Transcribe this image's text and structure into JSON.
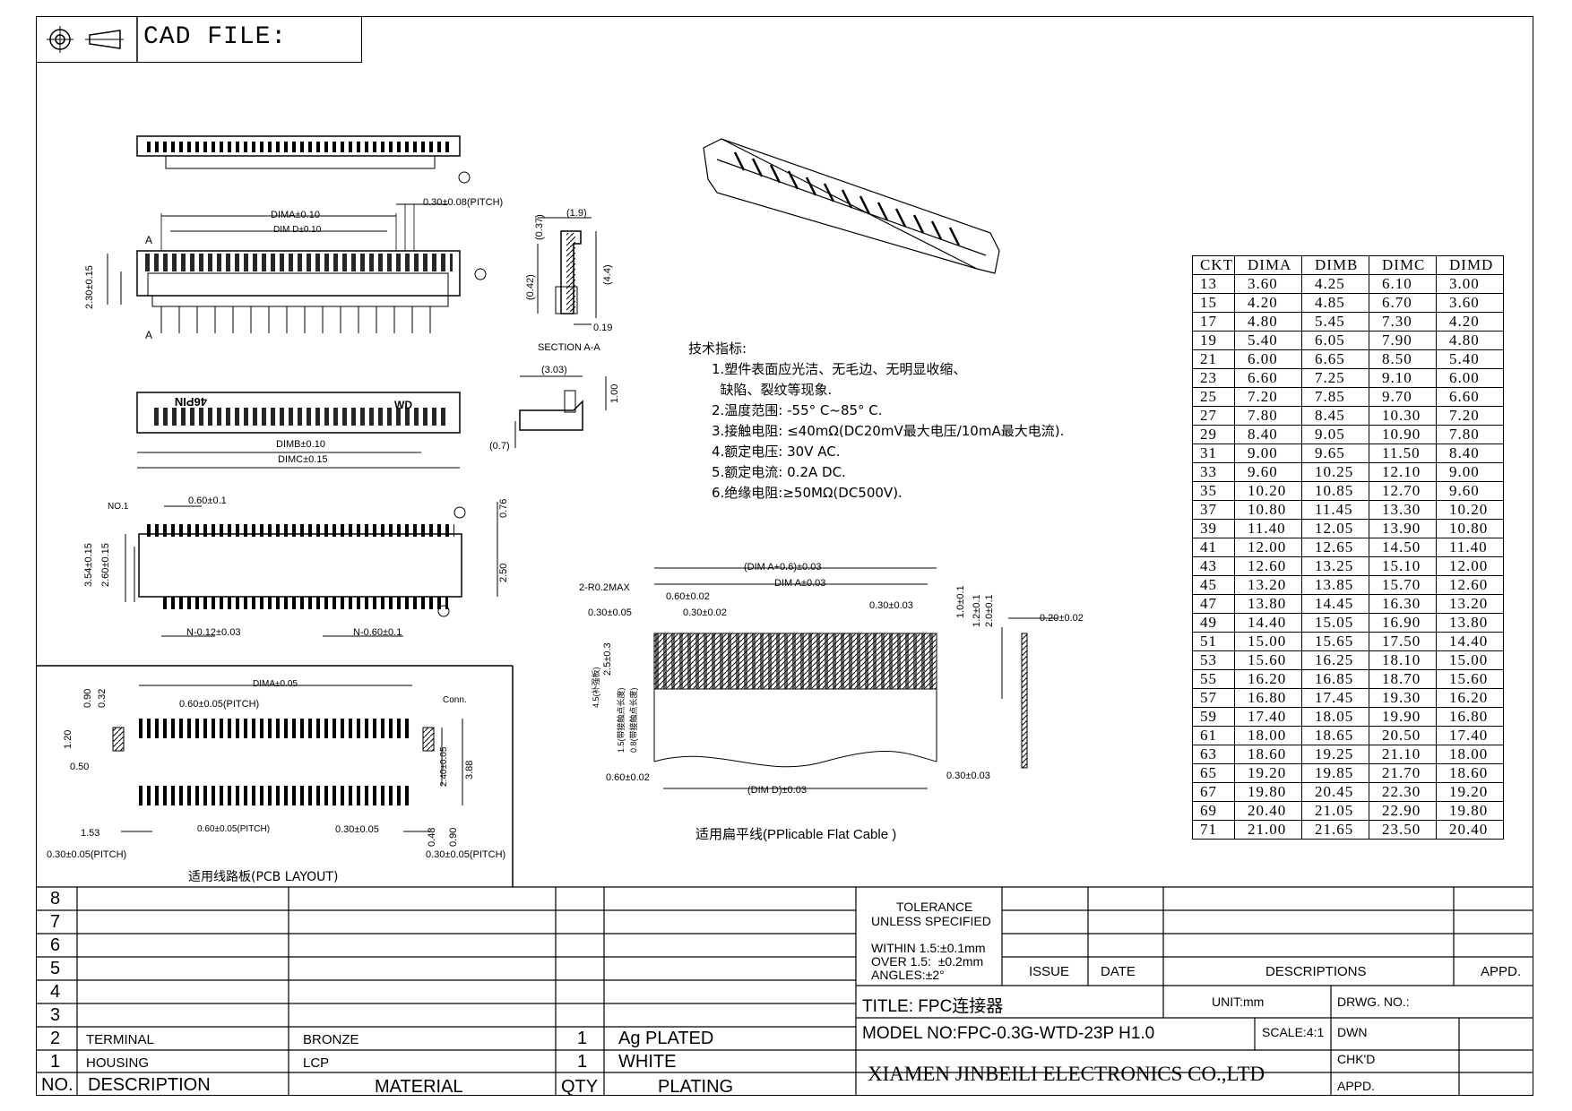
{
  "header": {
    "cad_label": "CAD FILE:"
  },
  "table": {
    "headers": [
      "CKT",
      "DIMA",
      "DIMB",
      "DIMC",
      "DIMD"
    ],
    "rows": [
      [
        "13",
        "3.60",
        "4.25",
        "6.10",
        "3.00"
      ],
      [
        "15",
        "4.20",
        "4.85",
        "6.70",
        "3.60"
      ],
      [
        "17",
        "4.80",
        "5.45",
        "7.30",
        "4.20"
      ],
      [
        "19",
        "5.40",
        "6.05",
        "7.90",
        "4.80"
      ],
      [
        "21",
        "6.00",
        "6.65",
        "8.50",
        "5.40"
      ],
      [
        "23",
        "6.60",
        "7.25",
        "9.10",
        "6.00"
      ],
      [
        "25",
        "7.20",
        "7.85",
        "9.70",
        "6.60"
      ],
      [
        "27",
        "7.80",
        "8.45",
        "10.30",
        "7.20"
      ],
      [
        "29",
        "8.40",
        "9.05",
        "10.90",
        "7.80"
      ],
      [
        "31",
        "9.00",
        "9.65",
        "11.50",
        "8.40"
      ],
      [
        "33",
        "9.60",
        "10.25",
        "12.10",
        "9.00"
      ],
      [
        "35",
        "10.20",
        "10.85",
        "12.70",
        "9.60"
      ],
      [
        "37",
        "10.80",
        "11.45",
        "13.30",
        "10.20"
      ],
      [
        "39",
        "11.40",
        "12.05",
        "13.90",
        "10.80"
      ],
      [
        "41",
        "12.00",
        "12.65",
        "14.50",
        "11.40"
      ],
      [
        "43",
        "12.60",
        "13.25",
        "15.10",
        "12.00"
      ],
      [
        "45",
        "13.20",
        "13.85",
        "15.70",
        "12.60"
      ],
      [
        "47",
        "13.80",
        "14.45",
        "16.30",
        "13.20"
      ],
      [
        "49",
        "14.40",
        "15.05",
        "16.90",
        "13.80"
      ],
      [
        "51",
        "15.00",
        "15.65",
        "17.50",
        "14.40"
      ],
      [
        "53",
        "15.60",
        "16.25",
        "18.10",
        "15.00"
      ],
      [
        "55",
        "16.20",
        "16.85",
        "18.70",
        "15.60"
      ],
      [
        "57",
        "16.80",
        "17.45",
        "19.30",
        "16.20"
      ],
      [
        "59",
        "17.40",
        "18.05",
        "19.90",
        "16.80"
      ],
      [
        "61",
        "18.00",
        "18.65",
        "20.50",
        "17.40"
      ],
      [
        "63",
        "18.60",
        "19.25",
        "21.10",
        "18.00"
      ],
      [
        "65",
        "19.20",
        "19.85",
        "21.70",
        "18.60"
      ],
      [
        "67",
        "19.80",
        "20.45",
        "22.30",
        "19.20"
      ],
      [
        "69",
        "20.40",
        "21.05",
        "22.90",
        "19.80"
      ],
      [
        "71",
        "21.00",
        "21.65",
        "23.50",
        "20.40"
      ]
    ]
  },
  "specs": {
    "title": "技术指标:",
    "lines": [
      "1.塑件表面应光洁、无毛边、无明显收缩、",
      "  缺陷、裂纹等现象.",
      "2.温度范围: -55° C~85° C.",
      "3.接触电阻: ≤40mΩ(DC20mV最大电压/10mA最大电流).",
      "4.额定电压: 30V AC.",
      "5.额定电流: 0.2A DC.",
      "6.绝缘电阻:≥50MΩ(DC500V)."
    ]
  },
  "labels": {
    "section": "SECTION A-A",
    "pcb_layout": "适用线路板(PCB LAYOUT)",
    "flat_cable": "适用扁平线(PPlicable Flat Cable )",
    "dima_010": "DIMA±0.10",
    "dimd_010": "DIM D±0.10",
    "pitch_008": "0.30±0.08(PITCH)",
    "dimb_010": "DIMB±0.10",
    "dimc_015": "DIMC±0.15",
    "no1": "NO.1",
    "p060_01": "0.60±0.1",
    "n012": "N-0.12±0.03",
    "n060": "N-0.60±0.1",
    "d354": "3.54±0.15",
    "d260": "2.60±0.15",
    "d250": "2.50",
    "d076": "0.76",
    "d19": "(1.9)",
    "d037": "(0.37)",
    "d042": "(0.42)",
    "d44": "(4.4)",
    "d019": "0.19",
    "d303": "(3.03)",
    "d07": "(0.7)",
    "d100": "1.00",
    "d230": "2.30±0.15",
    "pin46": "46PIN",
    "wd": "WD",
    "dima005": "DIMA±0.05",
    "p060_005": "0.60±0.05(PITCH)",
    "conn": "Conn.",
    "d090": "0.90",
    "d032": "0.32",
    "d120": "1.20",
    "d050": "0.50",
    "d153": "1.53",
    "d240": "2.40±0.05",
    "d388": "3.88",
    "p060_005b": "0.60±0.05(PITCH)",
    "p030_005": "0.30±0.05",
    "d048": "0.48",
    "d090b": "0.90",
    "pitch_l": "0.30±0.05(PITCH)",
    "pitch_r": "0.30±0.05(PITCH)",
    "dima06": "(DIM A+0.6)±0.03",
    "dima003": "DIM A±0.03",
    "r02": "2-R0.2MAX",
    "p060_002": "0.60±0.02",
    "p030_005c": "0.30±0.05",
    "p030_002": "0.30±0.02",
    "p030_003": "0.30±0.03",
    "d10": "1.0±0.1",
    "d12": "1.2±0.1",
    "d20": "2.0±0.1",
    "t020": "0.20±0.02",
    "d25": "2.5±0.3",
    "d45": "4.5(补强板)",
    "d15": "1.5(带接触点长度)",
    "d08": "0.8(带接触点长度)",
    "p060_002b": "0.60±0.02",
    "dimd003": "(DIM D)±0.03",
    "p030_003b": "0.30±0.03"
  },
  "bom": {
    "revisions": [
      "8",
      "7",
      "6",
      "5",
      "4",
      "3"
    ],
    "items": [
      {
        "no": "2",
        "description": "TERMINAL",
        "material": "BRONZE",
        "qty": "1",
        "plating": "Ag PLATED"
      },
      {
        "no": "1",
        "description": "HOUSING",
        "material": "LCP",
        "qty": "1",
        "plating": "WHITE"
      }
    ],
    "header": {
      "no": "NO.",
      "description": "DESCRIPTION",
      "material": "MATERIAL",
      "qty": "QTY",
      "plating": "PLATING"
    }
  },
  "titleblock": {
    "tolerance_title": "TOLERANCE",
    "tolerance_sub": "UNLESS SPECIFIED",
    "tol1": "WITHIN 1.5:±0.1mm",
    "tol2": "OVER 1.5:  ±0.2mm",
    "tol3": "ANGLES:±2°",
    "issue": "ISSUE",
    "date": "DATE",
    "descriptions": "DESCRIPTIONS",
    "appd": "APPD.",
    "title": "TITLE: FPC连接器",
    "unit": "UNIT:mm",
    "drwg": "DRWG. NO.:",
    "model": "MODEL NO:FPC-0.3G-WTD-23P H1.0",
    "scale": "SCALE:4:1",
    "dwn": "DWN",
    "chkd": "CHK'D",
    "appd2": "APPD.",
    "company": "XIAMEN JINBEILI ELECTRONICS CO.,LTD"
  }
}
